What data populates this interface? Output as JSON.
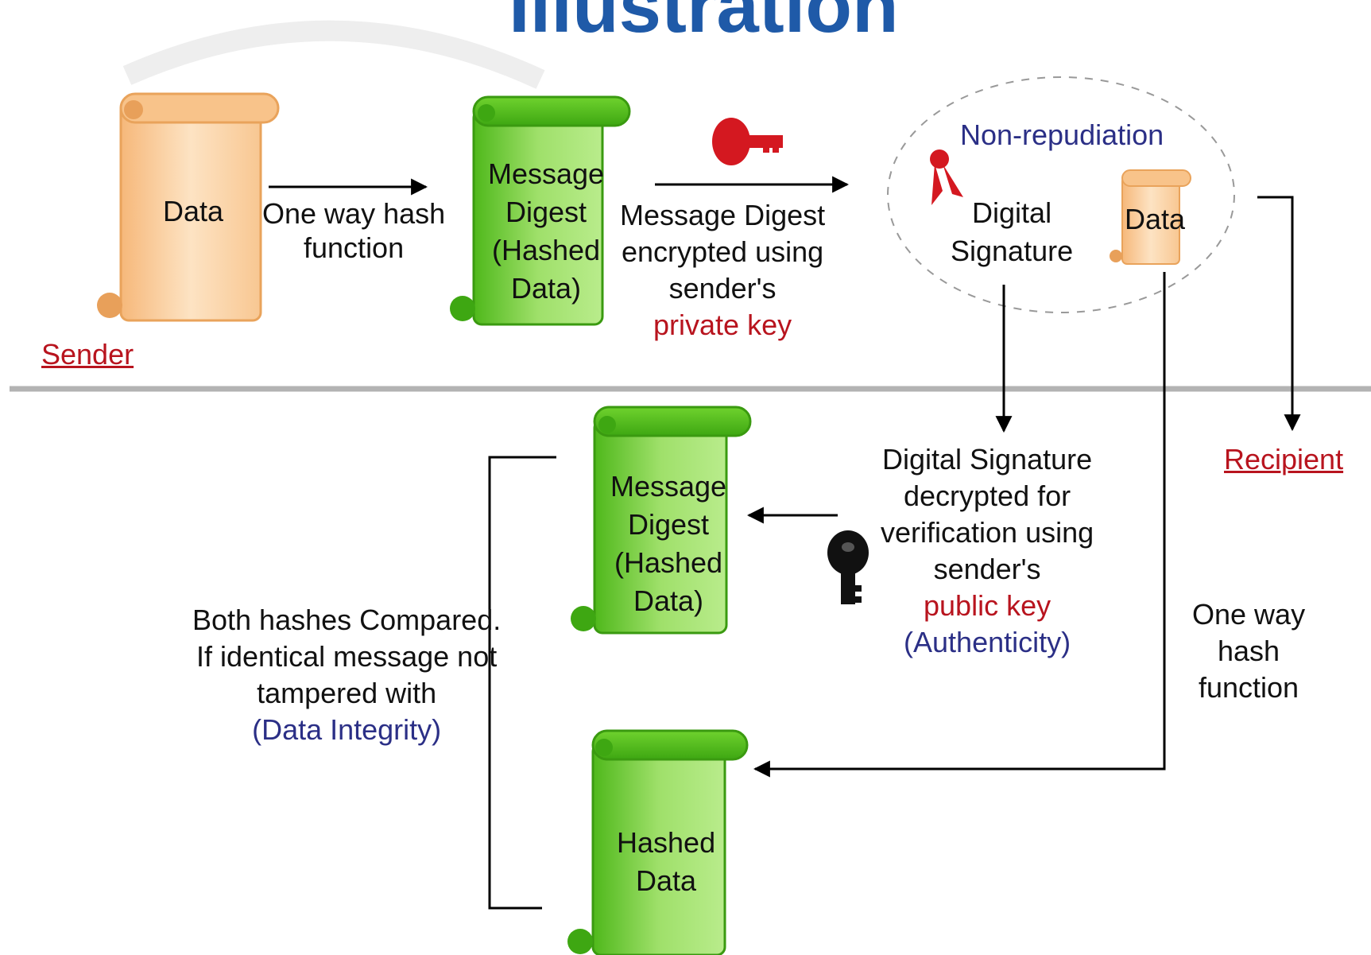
{
  "title": "Illustration",
  "colors": {
    "title": "#1f5aa8",
    "orange_scroll": "#fcd6a4",
    "green_scroll": "#5cc41e",
    "red_accent": "#b8141e",
    "blue_accent": "#2b2f86"
  },
  "sender": {
    "label": "Sender",
    "data_scroll": "Data",
    "hash_arrow_label": [
      "One way hash",
      "function"
    ],
    "digest_scroll": [
      "Message",
      "Digest",
      "(Hashed",
      "Data)"
    ],
    "key_icon": "red-key-icon",
    "encrypt_label": {
      "line1": "Message Digest",
      "line2": "encrypted using",
      "line3_prefix": "sender's ",
      "line3_highlight": "private key"
    },
    "bundle": {
      "title": "Non-repudiation",
      "signature": [
        "Digital",
        "Signature"
      ],
      "data_scroll": "Data",
      "ribbon_icon": "red-ribbon-icon"
    }
  },
  "recipient": {
    "label": "Recipient",
    "digest_scroll": [
      "Message",
      "Digest",
      "(Hashed",
      "Data)"
    ],
    "decrypt_label": {
      "line1": "Digital Signature",
      "line2": "decrypted for",
      "line3": "verification using",
      "line4_prefix": "sender's ",
      "line4_highlight": "public key",
      "line5": "(Authenticity)"
    },
    "key_icon": "black-key-icon",
    "compare_label": {
      "line1": "Both hashes Compared.",
      "line2": "If identical message not",
      "line3": "tampered with",
      "line4": "(Data Integrity)"
    },
    "hashed_scroll": [
      "Hashed",
      "Data"
    ],
    "hash_label": [
      "One way",
      "hash",
      "function"
    ]
  }
}
